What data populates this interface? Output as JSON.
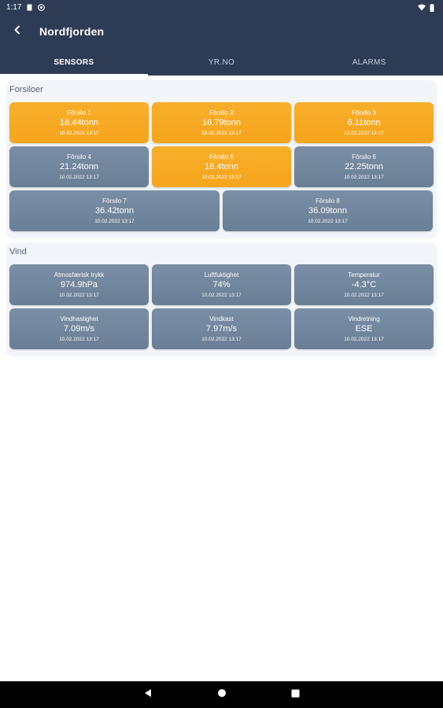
{
  "status_bar": {
    "time": "1:17",
    "icons_left": [
      "sd-card-icon",
      "android-circle-icon"
    ],
    "icons_right": [
      "wifi-icon",
      "battery-icon"
    ]
  },
  "app_bar": {
    "title": "Nordfjorden",
    "back_icon": "arrow-back-icon"
  },
  "tabs": [
    {
      "label": "SENSORS",
      "active": true
    },
    {
      "label": "YR.NO",
      "active": false
    },
    {
      "label": "ALARMS",
      "active": false
    }
  ],
  "sections": {
    "forsiloer": {
      "title": "Forsiloer",
      "cards": [
        {
          "label": "Fôrsilo 1",
          "value": "18.44tonn",
          "time": "10.02.2022 13:17",
          "status": "warning"
        },
        {
          "label": "Fôrsilo 2",
          "value": "16.79tonn",
          "time": "10.02.2022 13:17",
          "status": "warning"
        },
        {
          "label": "Fôrsilo 3",
          "value": "6.11tonn",
          "time": "10.02.2022 13:17",
          "status": "warning"
        },
        {
          "label": "Fôrsilo 4",
          "value": "21.24tonn",
          "time": "10.02.2022 13:17",
          "status": "normal"
        },
        {
          "label": "Fôrsilo 5",
          "value": "16.4tonn",
          "time": "10.02.2022 13:17",
          "status": "warning"
        },
        {
          "label": "Fôrsilo 6",
          "value": "22.25tonn",
          "time": "10.02.2022 13:17",
          "status": "normal"
        },
        {
          "label": "Fôrsilo 7",
          "value": "36.42tonn",
          "time": "10.02.2022 13:17",
          "status": "normal"
        },
        {
          "label": "Fôrsilo 8",
          "value": "36.09tonn",
          "time": "10.02.2022 13:17",
          "status": "normal"
        }
      ]
    },
    "vind": {
      "title": "Vind",
      "cards": [
        {
          "label": "Atmosfærisk trykk",
          "value": "974.9hPa",
          "time": "10.02.2022 13:17",
          "status": "normal"
        },
        {
          "label": "Luftfuktighet",
          "value": "74%",
          "time": "10.02.2022 13:17",
          "status": "normal"
        },
        {
          "label": "Temperatur",
          "value": "-4.3°C",
          "time": "10.02.2022 13:17",
          "status": "normal"
        },
        {
          "label": "Vindhastighet",
          "value": "7.09m/s",
          "time": "10.02.2022 13:17",
          "status": "normal"
        },
        {
          "label": "Vindkast",
          "value": "7.97m/s",
          "time": "10.02.2022 13:17",
          "status": "normal"
        },
        {
          "label": "Vindretning",
          "value": "ESE",
          "time": "10.02.2022 13:17",
          "status": "normal"
        }
      ]
    }
  },
  "colors": {
    "header": "#2d3b55",
    "warning_card": "#f6a51d",
    "normal_card": "#6f8399",
    "section_bg": "#f2f6fa"
  },
  "nav_bar": {
    "icons": [
      "back-triangle-icon",
      "home-circle-icon",
      "recents-square-icon"
    ]
  }
}
